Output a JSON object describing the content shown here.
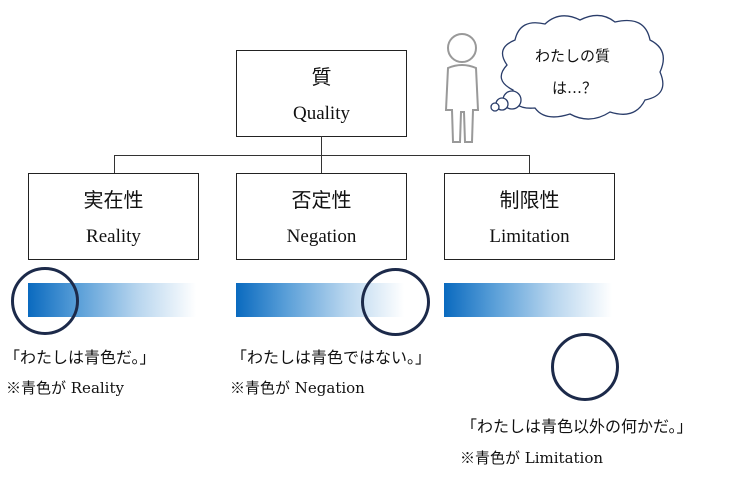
{
  "root": {
    "ja": "質",
    "en": "Quality"
  },
  "children": [
    {
      "ja": "実在性",
      "en": "Reality",
      "quote": "「わたしは青色だ。」",
      "note": "※青色が Reality"
    },
    {
      "ja": "否定性",
      "en": "Negation",
      "quote": "「わたしは青色ではない。」",
      "note": "※青色が Negation"
    },
    {
      "ja": "制限性",
      "en": "Limitation",
      "quote": "「わたしは青色以外の何かだ。」",
      "note": "※青色が Limitation"
    }
  ],
  "thought": {
    "line1": "わたしの質",
    "line2": "は…？"
  },
  "colors": {
    "blue": "#0a6abf",
    "ring": "#1c2a4a"
  }
}
